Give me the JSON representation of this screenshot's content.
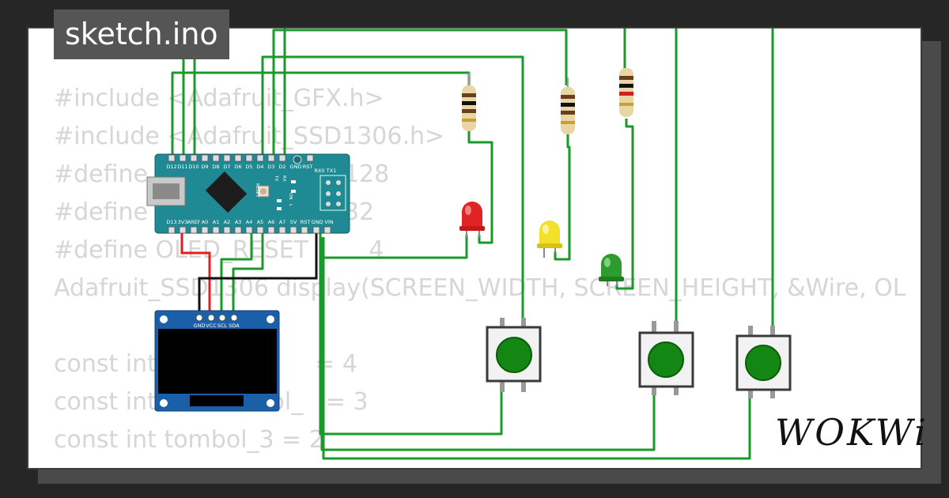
{
  "tab": {
    "title": "sketch.ino"
  },
  "code_lines": [
    "#include <Adafruit_GFX.h>",
    "#include <Adafruit_SSD1306.h>",
    "#define                          128",
    "#define                          32",
    "#define OLED_RESET        4",
    "Adafruit_SSD1306 display(SCREEN_WIDTH, SCREEN_HEIGHT, &Wire, OL",
    "",
    "const int                     = 4",
    "const int          mbol_   = 3",
    "const int tombol_3 = 2"
  ],
  "board": {
    "top_pins": [
      "D12",
      "D11",
      "D10",
      "D9",
      "D8",
      "D7",
      "D6",
      "D5",
      "D4",
      "D3",
      "D2",
      "GND",
      "RST",
      "RX0",
      "TX1"
    ],
    "bottom_pins": [
      "D13",
      "3V3",
      "AREF",
      "A0",
      "A1",
      "A2",
      "A3",
      "A4",
      "A5",
      "A6",
      "A7",
      "5V",
      "RST",
      "GND",
      "VIN"
    ],
    "labels": [
      "RESET",
      "TX",
      "RX",
      "ON",
      "L"
    ]
  },
  "oled": {
    "pins": [
      "GND",
      "VCC",
      "SCL",
      "SDA"
    ]
  },
  "brand": {
    "logo": "WOKWi"
  },
  "colors": {
    "wire": "#1a9a2a",
    "red_wire": "#e02020",
    "black_wire": "#111111",
    "board": "#1f8a93",
    "oled": "#1b5fa8"
  }
}
